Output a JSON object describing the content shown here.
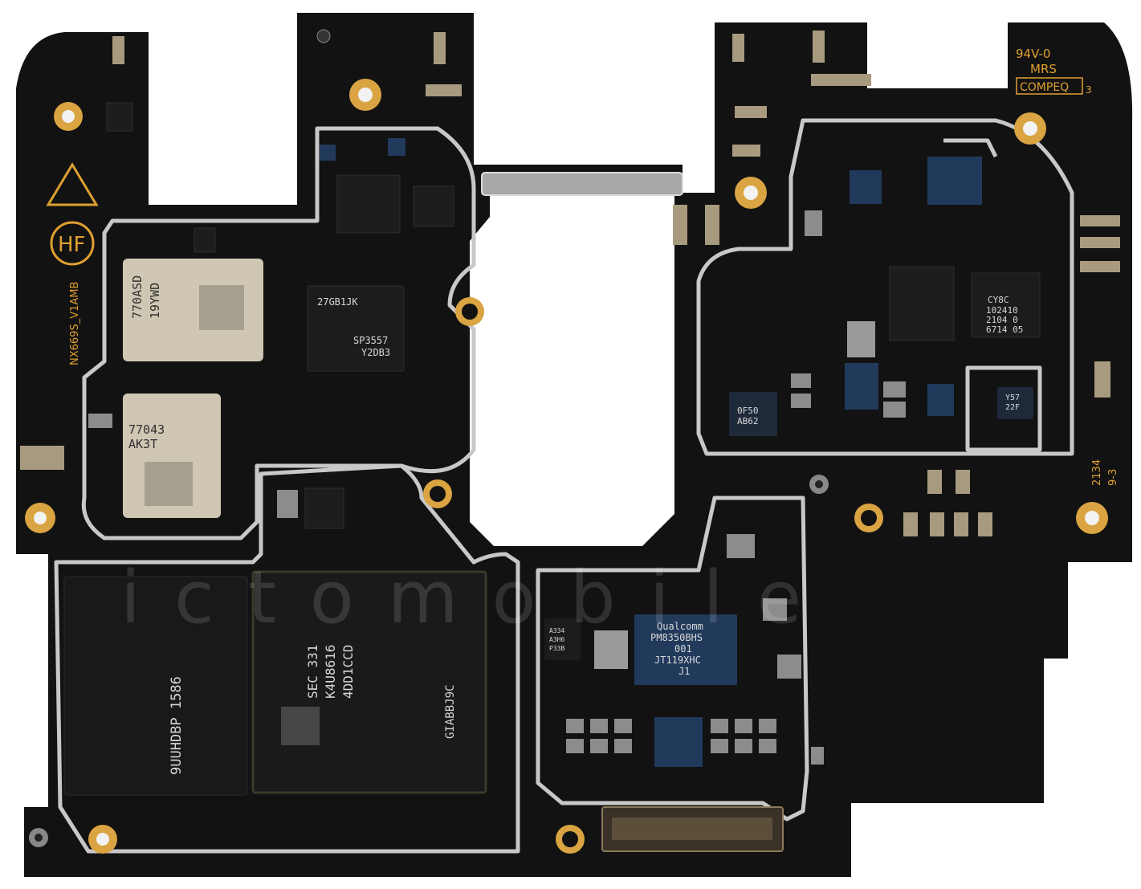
{
  "board": {
    "pcb_color": "#121212",
    "gold_color": "#d9a441",
    "shield_color": "#c9c9c9",
    "chip_color": "#1c1c1c",
    "blue_chip_color": "#213a5c"
  },
  "markings": {
    "ul_code": "94V-0",
    "ul_mark": "MRS",
    "manufacturer": "COMPEQ",
    "manufacturer_suffix": "3",
    "model": "NX669S_V1AMB",
    "hf_logo": "HF",
    "date_code_1": "2134",
    "date_code_2": "9-3"
  },
  "chips": {
    "wifi_module": {
      "line1": "770ASD",
      "line2": "19YWD"
    },
    "rf_module": {
      "line1": "77043",
      "line2": "AK3T"
    },
    "transceiver": {
      "line1": "27GB1JK",
      "line2": "SP3557",
      "line3": "Y2DB3"
    },
    "ufs_storage": {
      "line1": "9UUHDBP 1586"
    },
    "dram": {
      "line1": "SEC 331",
      "line2": "K4U8616",
      "line3": "4DD1CCD",
      "side": "GIABBJ9C"
    },
    "pmic": {
      "line1": "Qualcomm",
      "line2": "PM8350BHS",
      "line3": "001",
      "line4": "JT119XHC",
      "line5": "J1"
    },
    "cy8c": {
      "line1": "CY8C",
      "line2": "102410",
      "line3": "2104 0",
      "line4": "6714 05"
    },
    "small_ic_1": {
      "line1": "0F50",
      "line2": "AB62"
    },
    "small_ic_2": {
      "line1": "Y57",
      "line2": "22F"
    },
    "small_ic_3": {
      "line1": "A334",
      "line2": "A3H6",
      "line3": "P33B"
    }
  },
  "watermark": {
    "text": "ictomobile"
  }
}
